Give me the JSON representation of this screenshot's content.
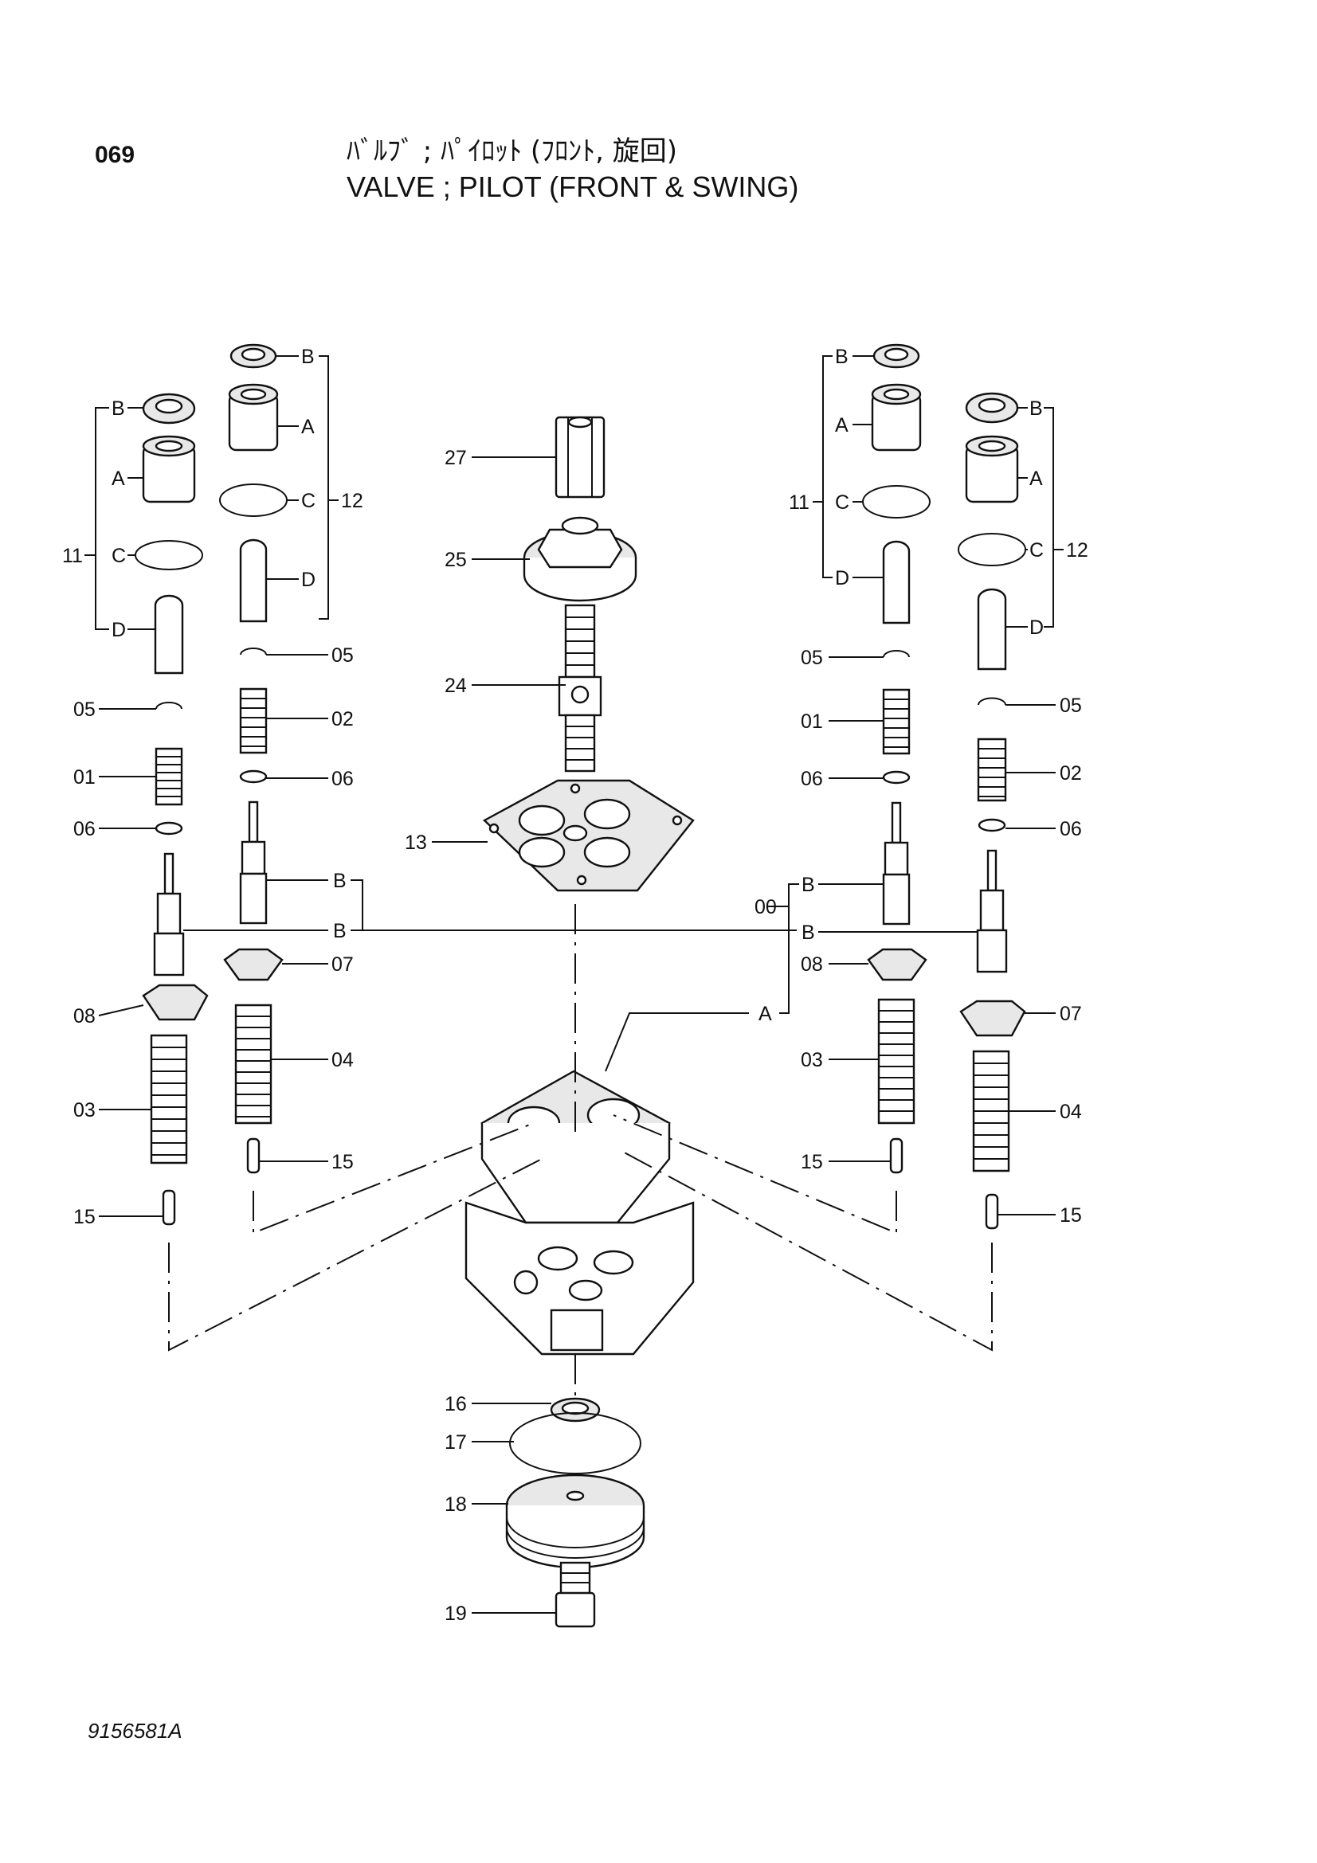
{
  "header": {
    "page_number": "069",
    "title_jp": "ﾊﾞﾙﾌﾞ ; ﾊﾟｲﾛｯﾄ (ﾌﾛﾝﾄ, 旋回)",
    "title_en": "VALVE ; PILOT (FRONT & SWING)"
  },
  "footer": {
    "drawing_number": "9156581A"
  },
  "labels": {
    "p00": "00",
    "p01": "01",
    "p02": "02",
    "p03": "03",
    "p04": "04",
    "p05": "05",
    "p06": "06",
    "p07": "07",
    "p08": "08",
    "p11": "11",
    "p12": "12",
    "p13": "13",
    "p15": "15",
    "p16": "16",
    "p17": "17",
    "p18": "18",
    "p19": "19",
    "p24": "24",
    "p25": "25",
    "p27": "27",
    "A": "A",
    "B": "B",
    "C": "C",
    "D": "D"
  }
}
